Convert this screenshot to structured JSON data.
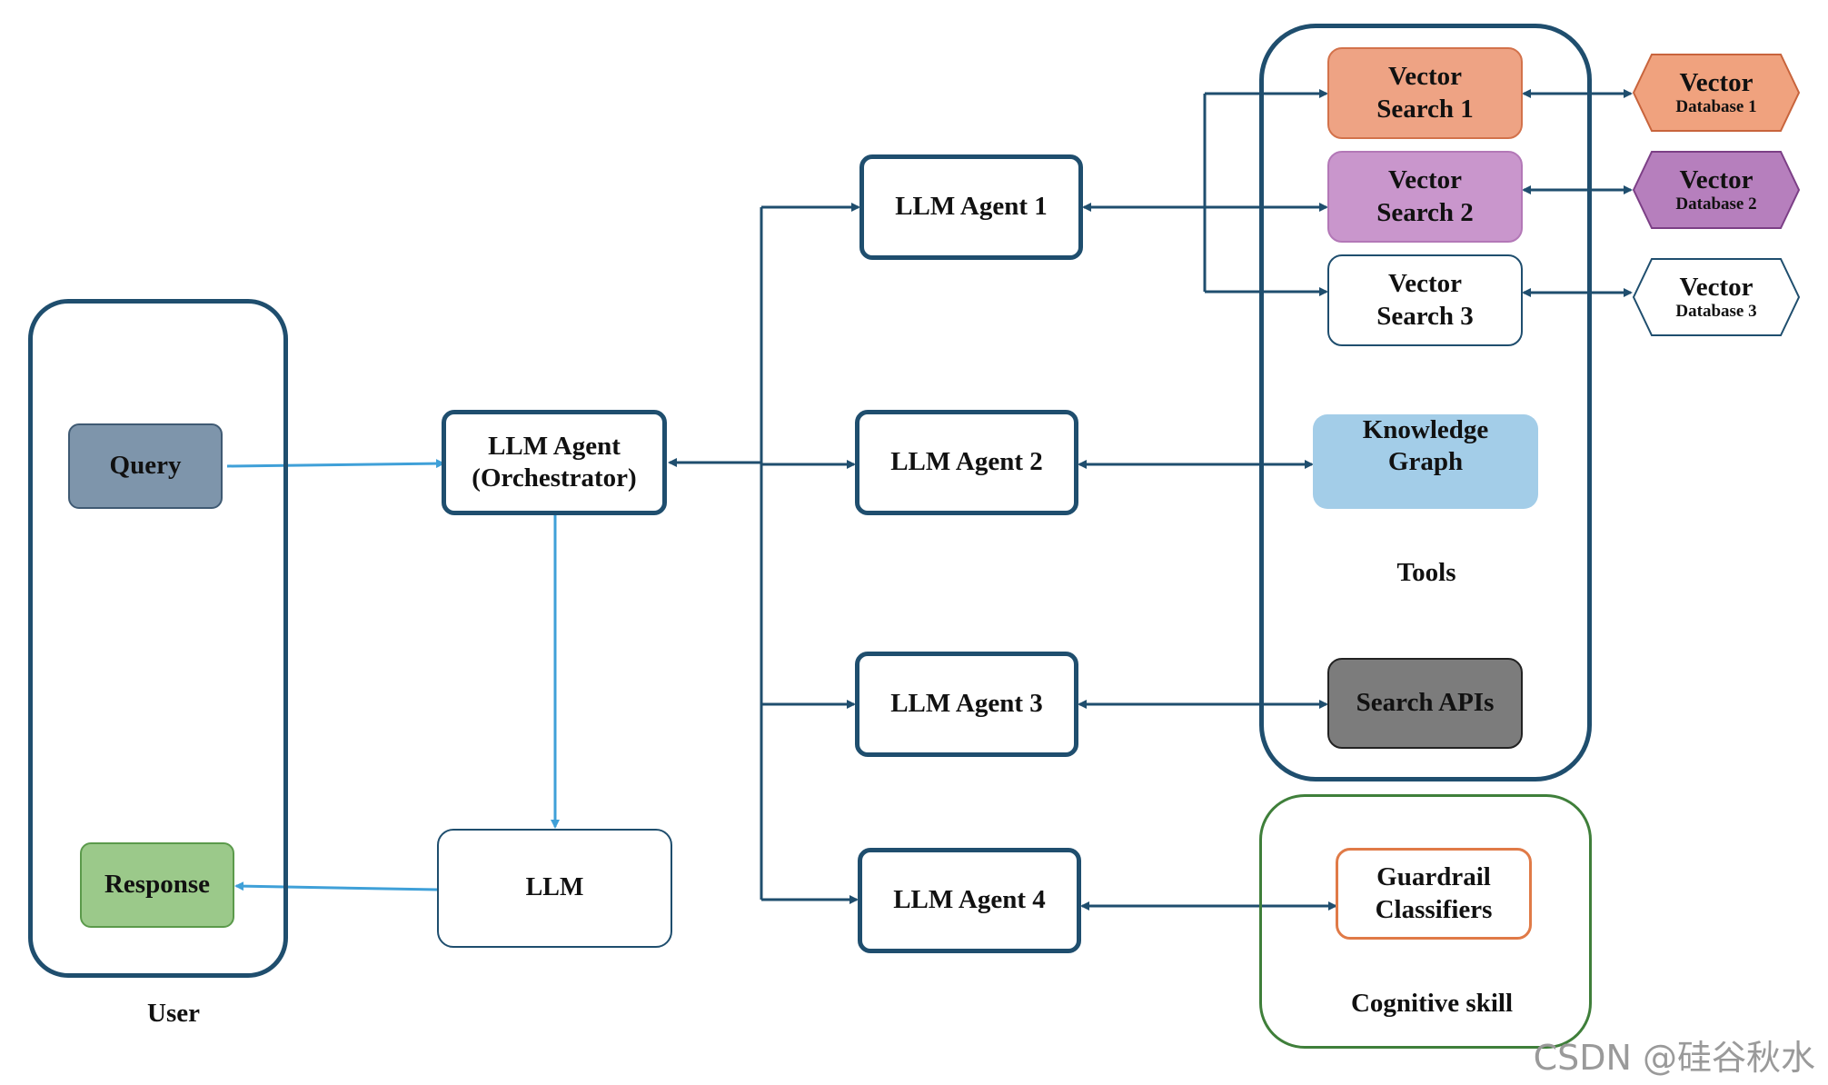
{
  "user": {
    "query": "Query",
    "response": "Response",
    "group_label": "User"
  },
  "orchestrator": "LLM Agent\n(Orchestrator)",
  "llm": "LLM",
  "agents": [
    "LLM Agent 1",
    "LLM Agent 2",
    "LLM Agent 3",
    "LLM Agent 4"
  ],
  "tools": {
    "vector_search_1": "Vector\nSearch 1",
    "vector_search_2": "Vector\nSearch 2",
    "vector_search_3": "Vector\nSearch 3",
    "knowledge_graph": "Knowledge\nGraph",
    "search_apis": "Search APIs",
    "group_label": "Tools"
  },
  "databases": [
    {
      "title": "Vector",
      "sub": "Database 1"
    },
    {
      "title": "Vector",
      "sub": "Database 2"
    },
    {
      "title": "Vector",
      "sub": "Database 3"
    }
  ],
  "cognitive": {
    "guardrail": "Guardrail\nClassifiers",
    "group_label": "Cognitive skill"
  },
  "watermark": "CSDN @硅谷秋水",
  "colors": {
    "dark_line": "#1f4e6e",
    "light_line": "#3fa0d8",
    "query_fill": "#7e95ab",
    "response_fill": "#9bc98a",
    "vs1_fill": "#eea384",
    "vs2_fill": "#c996cc",
    "kg_fill": "#a3cde8",
    "search_fill": "#7c7c7c",
    "db1_fill": "#f0a27e",
    "db2_fill": "#b67fbd",
    "guardrail_border": "#e07a47",
    "cognitive_border": "#3f7f3a"
  }
}
